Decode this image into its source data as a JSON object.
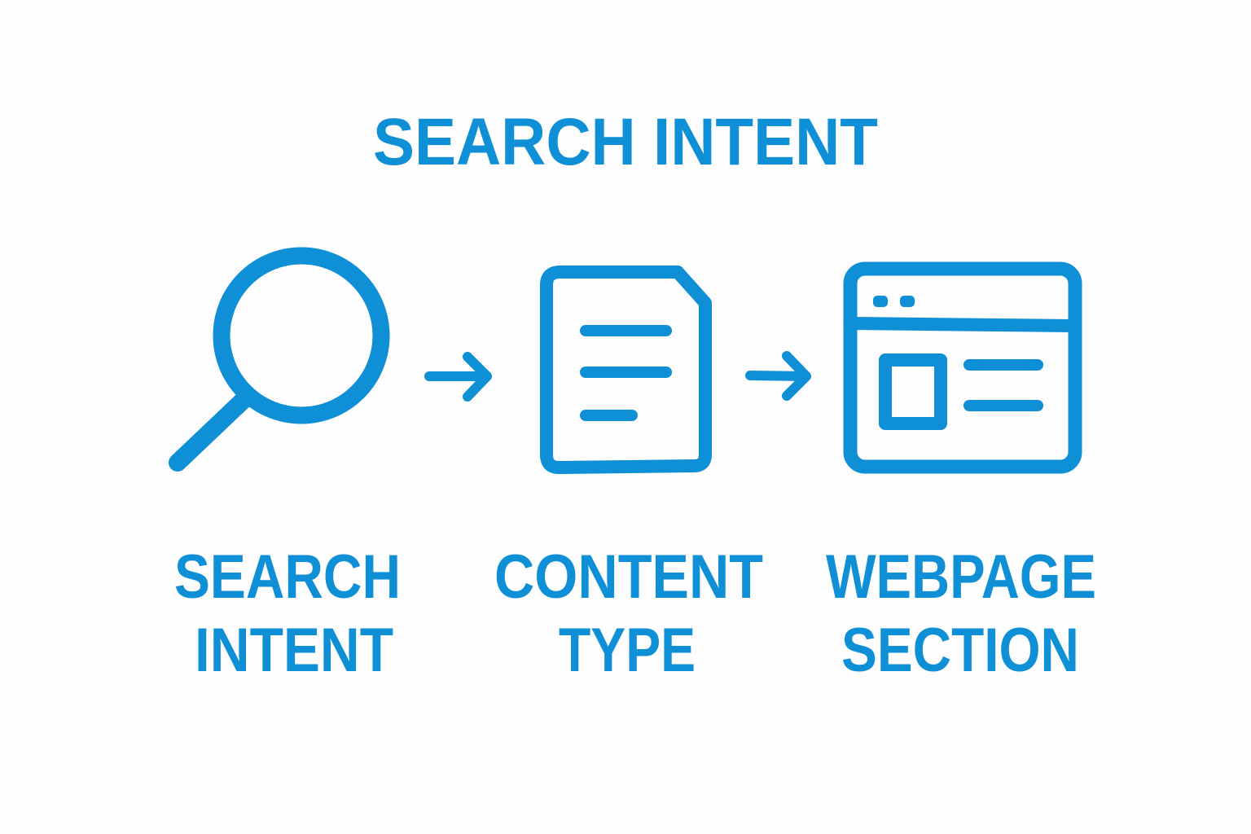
{
  "title": "SEARCH INTENT",
  "accent_color": "#0e8fd6",
  "steps": [
    {
      "icon": "magnifier-icon",
      "line1": "SEARCH",
      "line2": "INTENT"
    },
    {
      "icon": "document-icon",
      "line1": "CONTENT",
      "line2": "TYPE"
    },
    {
      "icon": "browser-window-icon",
      "line1": "WEBPAGE",
      "line2": "SECTION"
    }
  ],
  "connectors": [
    "arrow-right-icon",
    "arrow-right-icon"
  ]
}
